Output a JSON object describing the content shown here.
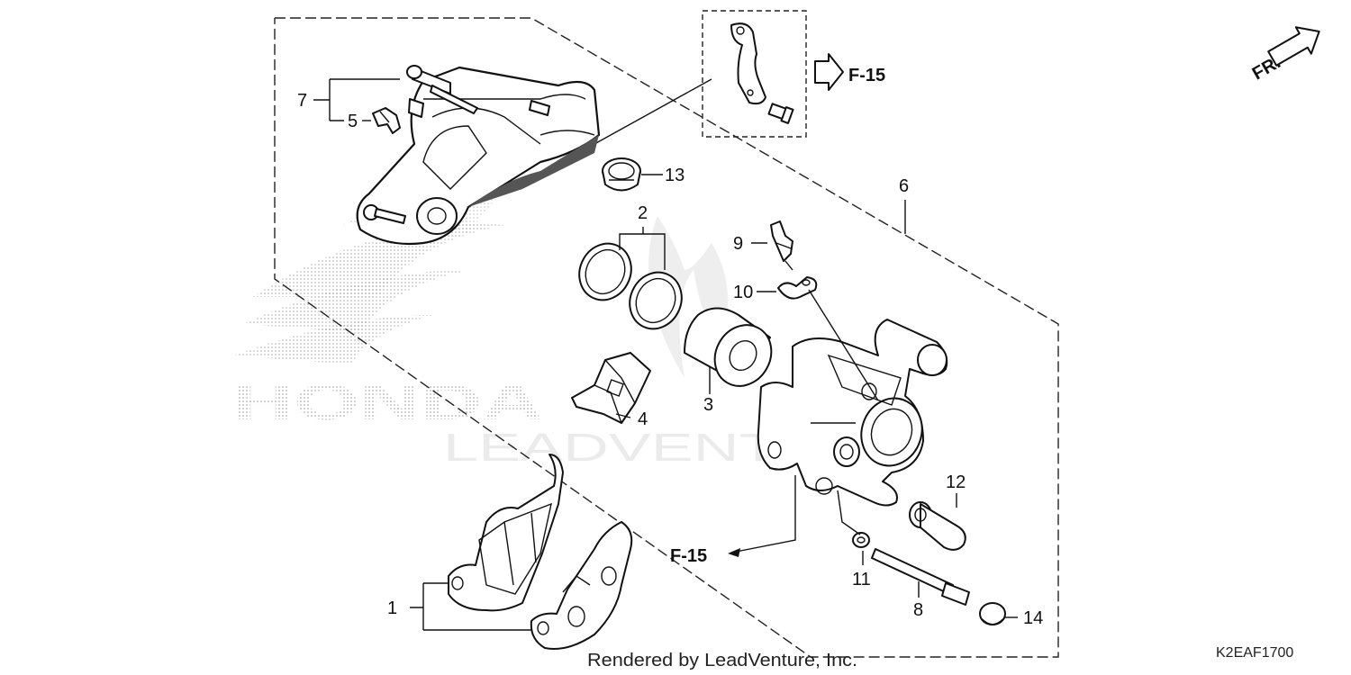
{
  "diagram": {
    "labels": {
      "p1": "1",
      "p2": "2",
      "p3": "3",
      "p4": "4",
      "p5": "5",
      "p6": "6",
      "p7": "7",
      "p8": "8",
      "p9": "9",
      "p10": "10",
      "p11": "11",
      "p12": "12",
      "p13": "13",
      "p14": "14"
    },
    "ref_top": "F-15",
    "ref_bottom": "F-15",
    "direction": "FR.",
    "brand_watermark": "HONDA",
    "lead_watermark": "LEADVENTURE",
    "footer": "Rendered by LeadVenture, Inc.",
    "diagram_code": "K2EAF1700"
  }
}
